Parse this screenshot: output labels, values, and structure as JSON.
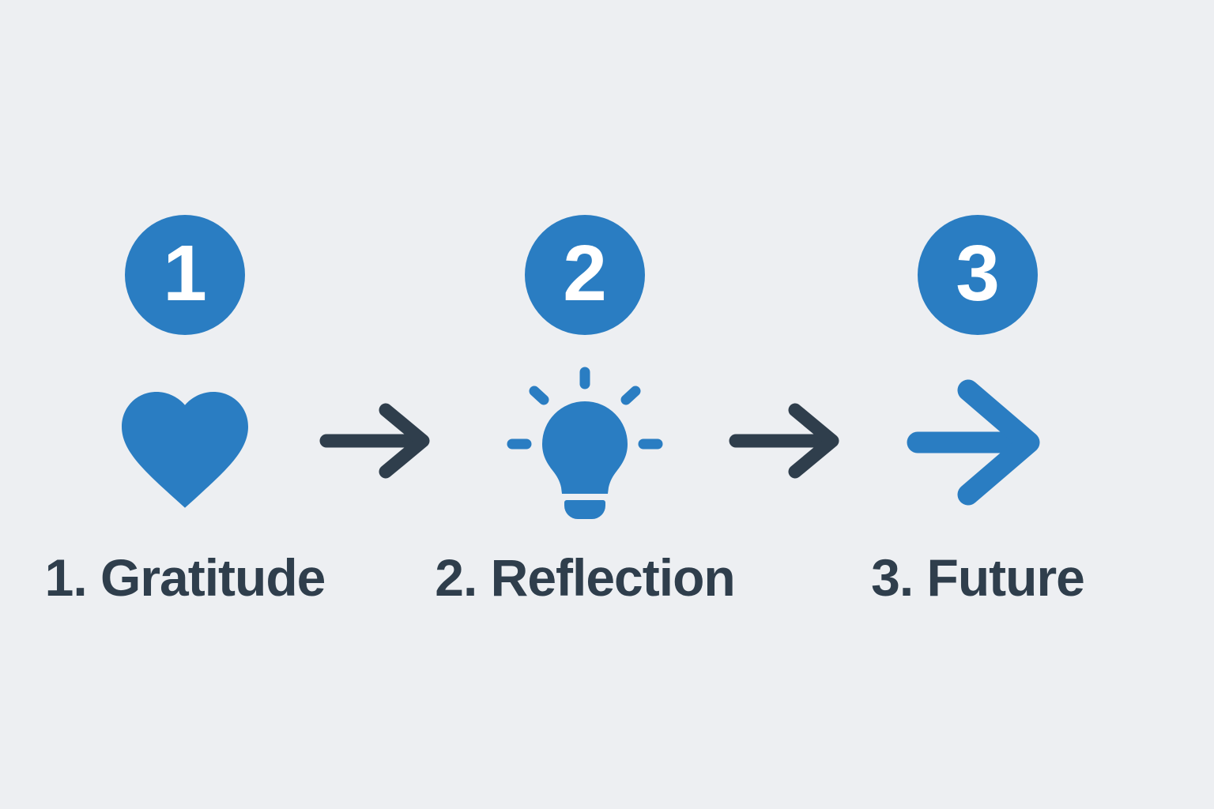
{
  "colors": {
    "background": "#edeff2",
    "accent": "#2a7dc2",
    "dark": "#2f3e4c",
    "number_text": "#ffffff"
  },
  "diagram": {
    "type": "process-flow",
    "steps": [
      {
        "number": "1",
        "label": "1. Gratitude",
        "icon": "heart-icon"
      },
      {
        "number": "2",
        "label": "2. Reflection",
        "icon": "lightbulb-icon"
      },
      {
        "number": "3",
        "label": "3. Future",
        "icon": "arrow-right-icon"
      }
    ],
    "connectors": [
      {
        "icon": "arrow-right-icon"
      },
      {
        "icon": "arrow-right-icon"
      }
    ]
  }
}
